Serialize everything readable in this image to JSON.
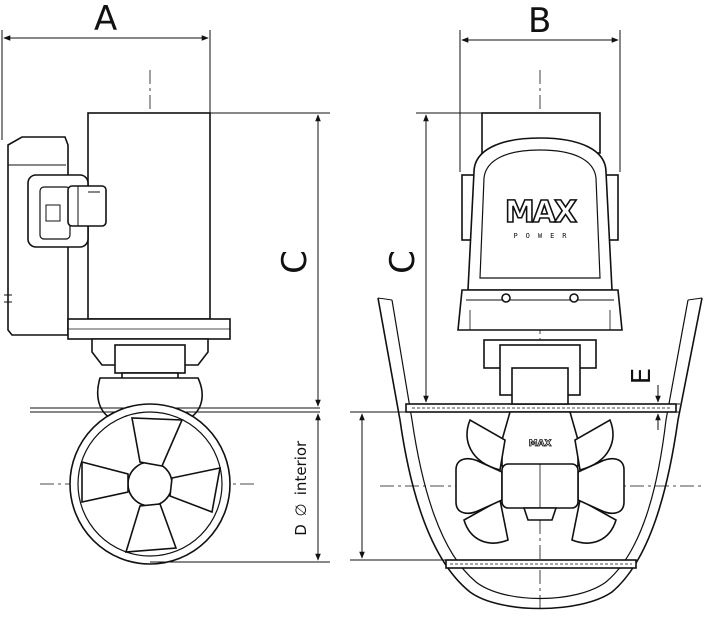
{
  "dimensions": {
    "a": "A",
    "b": "B",
    "c_left": "C",
    "c_right": "C",
    "d": "D",
    "d_symbol": "∅",
    "d_text": "interior",
    "e": "E"
  },
  "logo": {
    "brand": "MAX",
    "brand_sub": "POWER",
    "small_brand": "MAX"
  },
  "colors": {
    "line": "#111111",
    "background": "#ffffff"
  }
}
